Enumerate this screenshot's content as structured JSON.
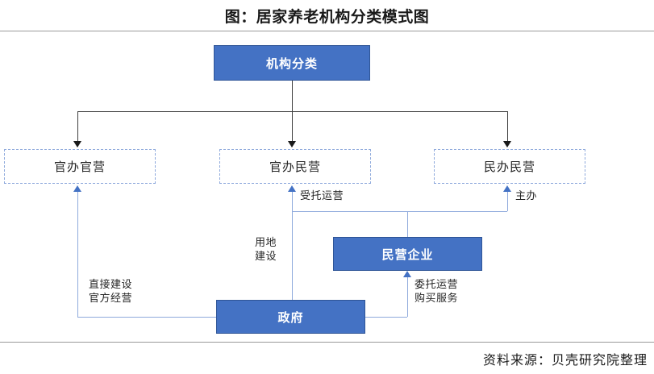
{
  "title": "图：居家养老机构分类模式图",
  "source": "资料来源：贝壳研究院整理",
  "colors": {
    "solid_fill": "#4472c4",
    "solid_border": "#2f5597",
    "dashed_border": "#8faadc",
    "connector_dark": "#404040",
    "connector_blue": "#8faadc",
    "text_dark": "#262626"
  },
  "nodes": {
    "root": "机构分类",
    "cat1": "官办官营",
    "cat2": "官办民营",
    "cat3": "民办民营",
    "enterprise": "民营企业",
    "government": "政府"
  },
  "edge_labels": {
    "entrusted_operation": "受托运营",
    "host": "主办",
    "land_construction": "用地\n建设",
    "direct_build_official_run": "直接建设\n官方经营",
    "entrust_purchase": "委托运营\n购买服务"
  }
}
